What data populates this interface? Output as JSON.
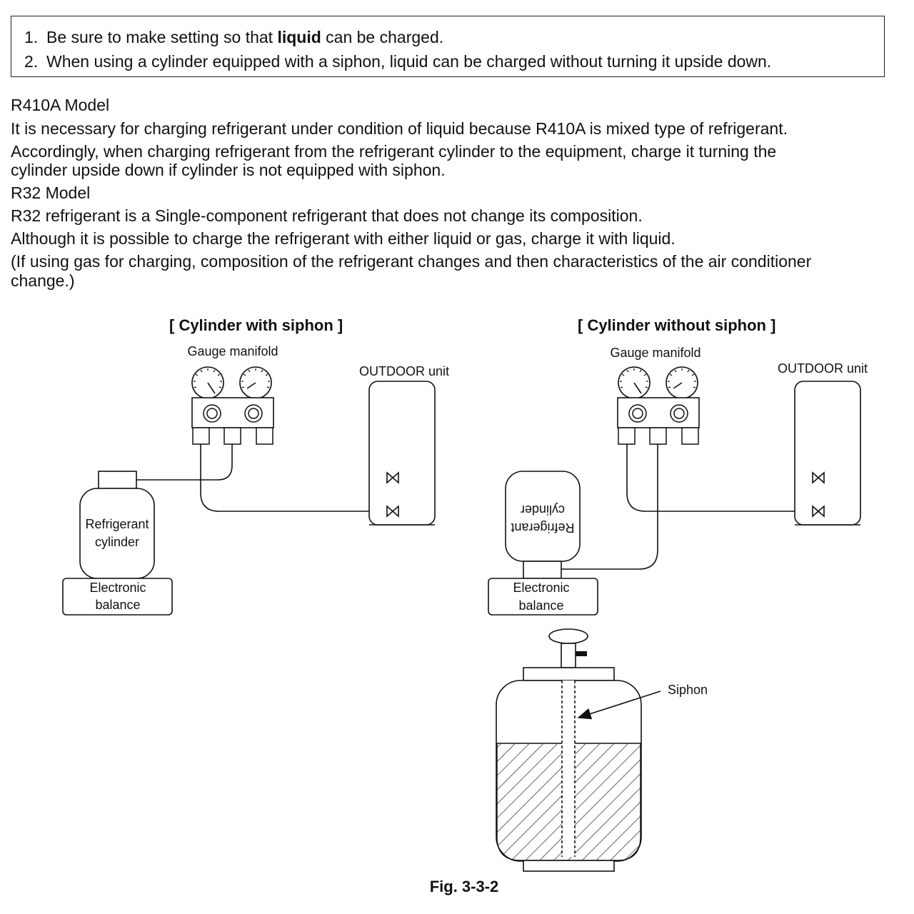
{
  "notice": {
    "items": [
      {
        "num": "1.",
        "pre": "Be sure to make setting so that ",
        "bold": "liquid",
        "post": " can be charged."
      },
      {
        "num": "2.",
        "pre": "When using a cylinder equipped with a siphon, liquid can be charged without turning it upside down.",
        "bold": "",
        "post": ""
      }
    ]
  },
  "body": {
    "r410a_heading": "R410A Model",
    "r410a_line1": "It is necessary for charging refrigerant under condition of liquid because R410A is mixed type of refrigerant.",
    "r410a_line2a": "Accordingly, when charging refrigerant from the refrigerant cylinder to the equipment, charge it turning the",
    "r410a_line2b": "cylinder upside down if cylinder is not equipped with siphon.",
    "r32_heading": "R32 Model",
    "r32_line1": "R32 refrigerant is a Single-component refrigerant that does not change its composition.",
    "r32_line2": "Although it is possible to charge the refrigerant with either liquid or gas, charge it with liquid.",
    "r32_line3a": "(If using gas for charging, composition of the refrigerant changes and then characteristics of the air conditioner",
    "r32_line3b": "change.)"
  },
  "figure": {
    "left": {
      "title": "[ Cylinder with siphon ]",
      "gauge_label": "Gauge manifold",
      "outdoor_label": "OUTDOOR unit",
      "cylinder_line1": "Refrigerant",
      "cylinder_line2": "cylinder",
      "balance_line1": "Electronic",
      "balance_line2": "balance"
    },
    "right": {
      "title": "[ Cylinder without siphon ]",
      "gauge_label": "Gauge manifold",
      "outdoor_label": "OUTDOOR unit",
      "cylinder_line1": "Refrigerant",
      "cylinder_line2": "cylinder",
      "balance_line1": "Electronic",
      "balance_line2": "balance"
    },
    "siphon_label": "Siphon",
    "caption": "Fig. 3-3-2"
  }
}
